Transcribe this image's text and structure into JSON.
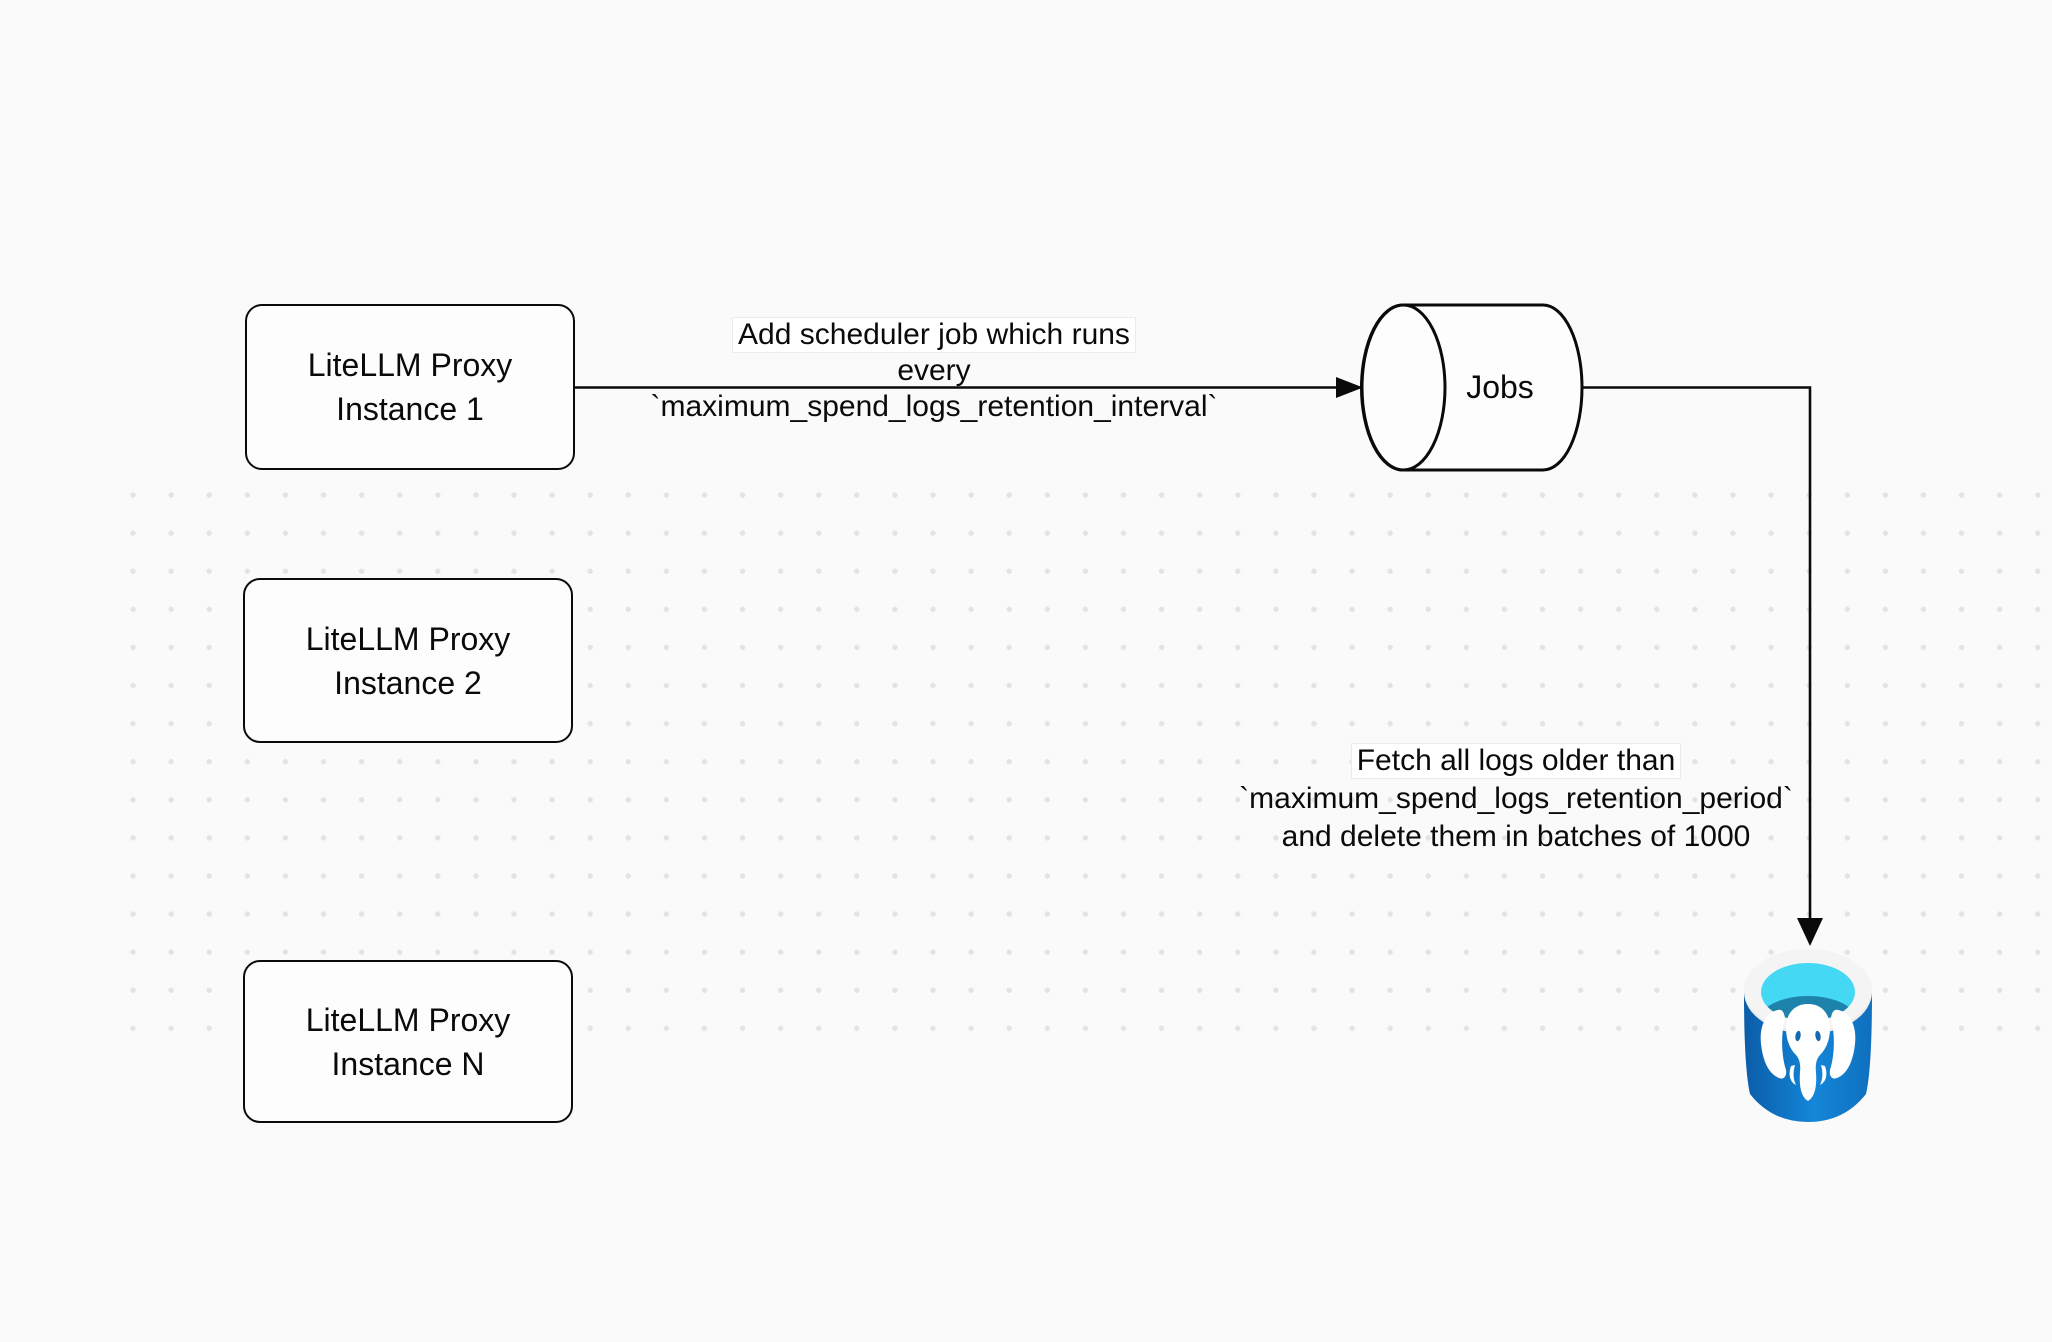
{
  "canvas": {
    "background_color": "#fafafa",
    "dot_color": "#e3e3e3",
    "stroke_color": "#0a0a0a"
  },
  "nodes": {
    "instance1": {
      "line1": "LiteLLM Proxy",
      "line2": "Instance 1"
    },
    "instance2": {
      "line1": "LiteLLM Proxy",
      "line2": "Instance 2"
    },
    "instance_n": {
      "line1": "LiteLLM Proxy",
      "line2": "Instance N"
    },
    "jobs": {
      "label": "Jobs"
    }
  },
  "edges": {
    "scheduler": {
      "line1": "Add scheduler job which runs",
      "line2": "every `maximum_spend_logs_retention_interval`"
    },
    "cleanup": {
      "line1": "Fetch all logs older than",
      "line2": "`maximum_spend_logs_retention_period`",
      "line3": "and delete them in batches of 1000"
    }
  },
  "icons": {
    "database": "postgresql-database"
  },
  "database_icon_colors": {
    "body_dark": "#0b5ca8",
    "body_light": "#1486d8",
    "rim": "#eaeaea",
    "inner_top": "#45d8f5",
    "inner_shadow": "#1e83ab",
    "elephant": "#ffffff"
  }
}
